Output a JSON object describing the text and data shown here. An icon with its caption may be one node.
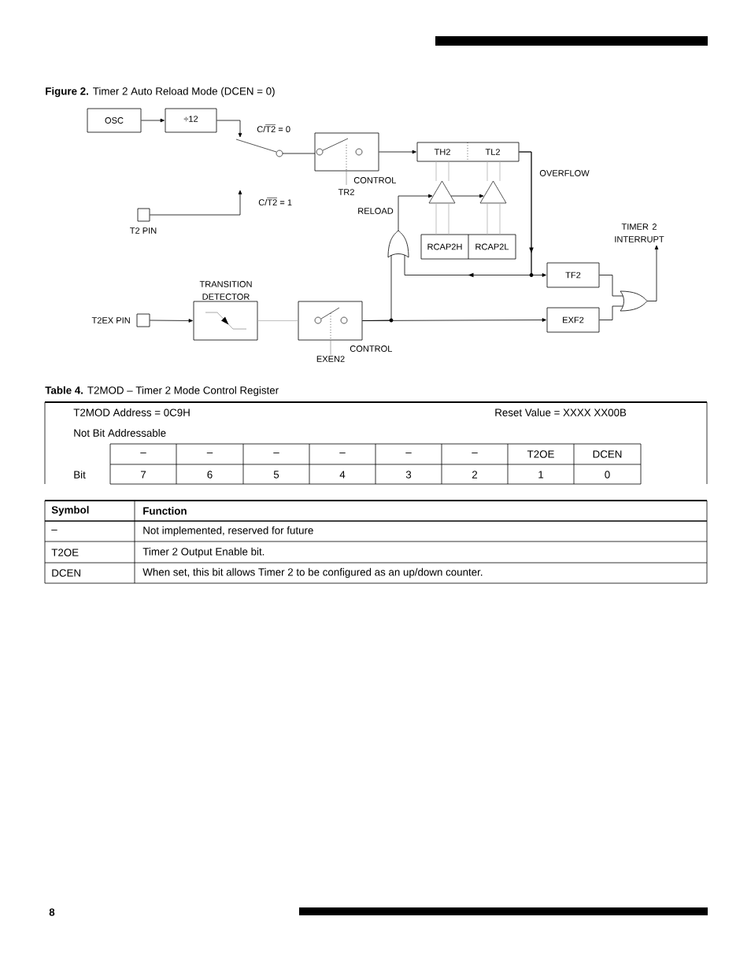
{
  "diagram": {
    "title": "**Figure 2.** Timer 2 Auto Reload Mode (DCEN = 0)",
    "nodes": [
      {
        "text": [
          "OSC"
        ]
      },
      {
        "text": [
          "÷12"
        ]
      },
      {
        "text": [],
        "shape": "switch"
      },
      {
        "text": [],
        "shape": "switch",
        "beside": [
          "CONTROL",
          "TR2"
        ]
      },
      {
        "text": [
          "TH2",
          "TL2"
        ]
      },
      {
        "text": [],
        "shape": "triangle"
      },
      {
        "text": [],
        "shape": "triangle"
      },
      {
        "text": [
          "T2 PIN"
        ]
      },
      {
        "text": [],
        "shape": "gate"
      },
      {
        "text": [
          "RCAP2H",
          "RCAP2L"
        ]
      },
      {
        "text": [
          "TF2"
        ]
      },
      {
        "text": [],
        "shape": "gate"
      },
      {
        "text": [
          "T2EX PIN"
        ]
      },
      {
        "text": [
          "TRANSITION DETECTOR"
        ]
      },
      {
        "text": [],
        "shape": "switch",
        "beside": [
          "CONTROL",
          "EXEN2"
        ]
      },
      {
        "text": [
          "EXF2"
        ]
      },
      {
        "text": [
          "TIMER 2 INTERRUPT"
        ]
      }
    ],
    "edges": [
      {
        "from": 0,
        "to": 1,
        "arrow": "to"
      },
      {
        "from": 1,
        "to": 2,
        "arrow": "to"
      },
      {
        "from": 7,
        "to": 2,
        "arrow": "to"
      },
      {
        "from": 2,
        "to": 3,
        "arrow": "none"
      },
      {
        "from": 3,
        "to": 4,
        "arrow": "to"
      },
      {
        "from": 4,
        "to": 10,
        "arrow": "to",
        "label": "OVERFLOW"
      },
      {
        "from": 4,
        "to": 8,
        "arrow": "to"
      },
      {
        "from": 14,
        "to": 15,
        "arrow": "to"
      },
      {
        "from": 14,
        "to": 8,
        "arrow": "none"
      },
      {
        "from": 8,
        "to": 5,
        "arrow": "to",
        "label": "RELOAD"
      },
      {
        "from": 5,
        "to": 6,
        "arrow": "to"
      },
      {
        "from": 9,
        "to": 5,
        "arrow": "none",
        "color": "#b0b0b0"
      },
      {
        "from": 5,
        "to": 4,
        "arrow": "none",
        "color": "#b0b0b0"
      },
      {
        "from": 9,
        "to": 6,
        "arrow": "none",
        "color": "#b0b0b0"
      },
      {
        "from": 6,
        "to": 4,
        "arrow": "none",
        "color": "#b0b0b0"
      },
      {
        "from": 10,
        "to": 11,
        "arrow": "none"
      },
      {
        "from": 15,
        "to": 11,
        "arrow": "none"
      },
      {
        "from": 11,
        "to": 16,
        "arrow": "to"
      },
      {
        "from": 12,
        "to": 13,
        "arrow": "to"
      },
      {
        "from": 13,
        "to": 14,
        "arrow": "none",
        "color": "#b0b0b0"
      }
    ],
    "labels": [
      "C/T2 = 0",
      "C/T2 = 1",
      "**Table 4.** T2MOD – Timer 2 Mode Control Register",
      "T2MOD Address = 0C9H",
      "Reset Value = XXXX XX00B",
      "Not Bit Addressable",
      "–",
      "–",
      "–",
      "–",
      "–",
      "–",
      "T2OE",
      "DCEN",
      "Bit",
      "7",
      "6",
      "5",
      "4",
      "3",
      "2",
      "1",
      "0",
      "Symbol",
      "Function",
      "–",
      "Not implemented, reserved for future",
      "T2OE",
      "Timer 2 Output Enable bit.",
      "DCEN",
      "When set, this bit allows Timer 2 to be configured as an up/down counter.",
      "8"
    ]
  }
}
